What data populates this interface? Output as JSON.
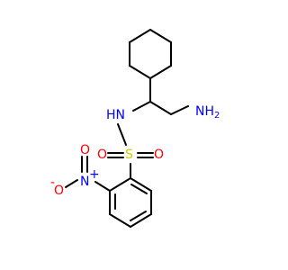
{
  "molecule": {
    "atoms": {
      "amine_n": {
        "label": "NH",
        "sub": "2",
        "color": "#0000FF"
      },
      "amide_n": {
        "label": "HN",
        "color": "#0000FF"
      },
      "sulfur": {
        "label": "S",
        "color": "#CCCC00"
      },
      "sulfonyl_o_left": {
        "label": "O",
        "color": "#FF0000"
      },
      "sulfonyl_o_right": {
        "label": "O",
        "color": "#FF0000"
      },
      "nitro_n": {
        "label": "N",
        "charge": "+",
        "color": "#0000FF"
      },
      "nitro_o_upper": {
        "label": "O",
        "color": "#FF0000"
      },
      "nitro_o_lower": {
        "label": "O",
        "charge": "-",
        "color": "#FF0000"
      }
    },
    "bond_color": "#000000"
  }
}
